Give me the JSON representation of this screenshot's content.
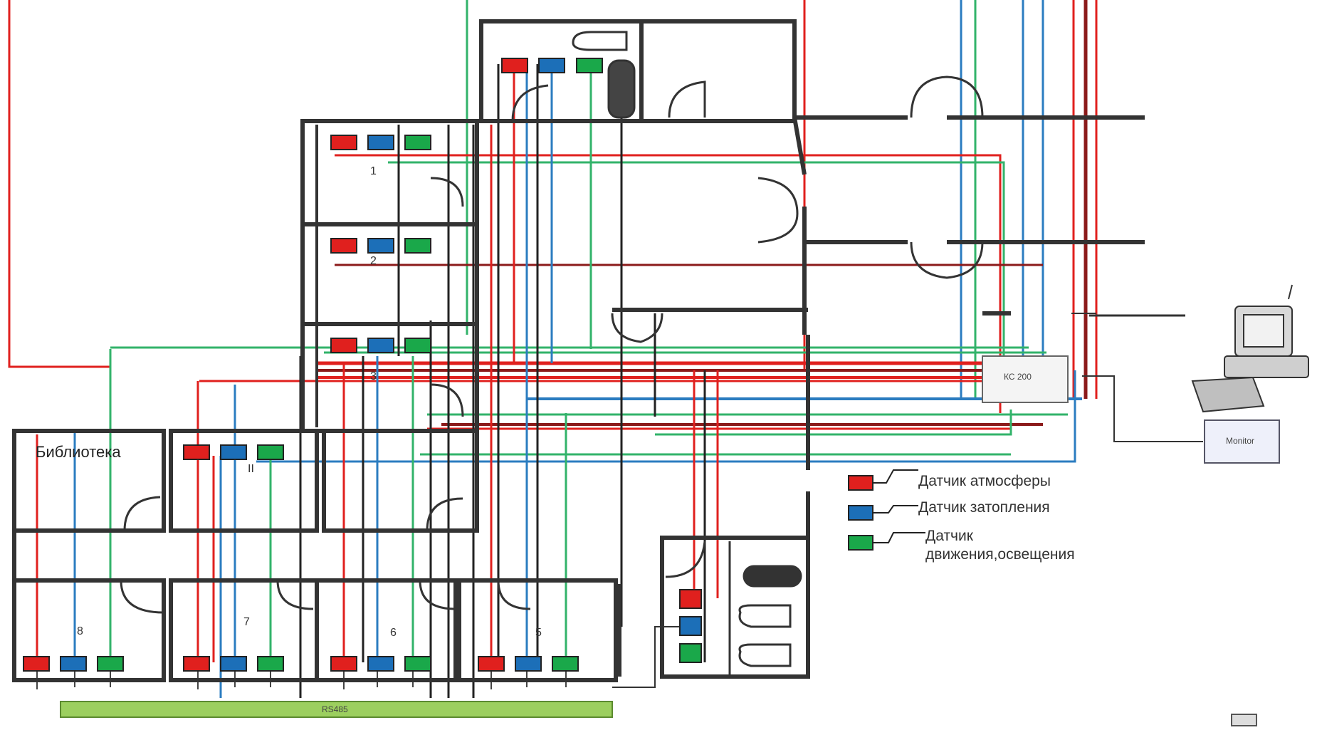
{
  "room_labels": {
    "library": "Библиотека"
  },
  "room_numbers": [
    "1",
    "2",
    "3",
    "8",
    "7",
    "6",
    "5",
    "II"
  ],
  "legend": [
    {
      "label": "Датчик атмосферы",
      "color": "#e0201e",
      "icon": "sensor-atmosphere-icon"
    },
    {
      "label": "Датчик затопления",
      "color": "#1c6fb8",
      "icon": "sensor-flood-icon"
    },
    {
      "label": "Датчик движения,освещения",
      "color": "#1aa84a",
      "icon": "sensor-motion-light-icon"
    }
  ],
  "controller_label": "КС 200",
  "monitor_box_label": "Monitor",
  "bus_label": "RS485",
  "colors": {
    "wall": "#333333",
    "red": "#e0201e",
    "blue": "#1c6fb8",
    "green": "#1aa84a",
    "dark_red": "#8b1a1a",
    "bus": "#9ccf5f",
    "line_green": "#32b36a",
    "line_blue": "#2b7cc0"
  }
}
